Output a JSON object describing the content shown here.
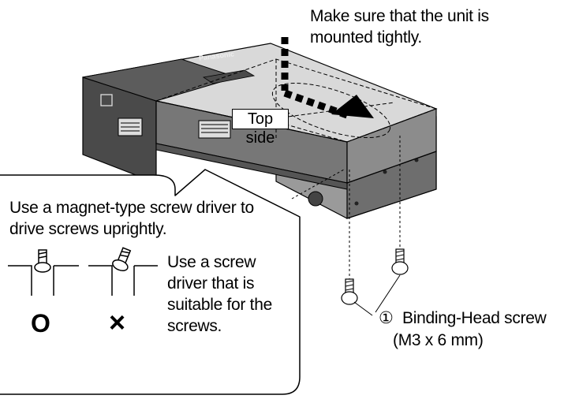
{
  "note_top": {
    "line1": "Make sure that the unit is",
    "line2": "mounted tightly."
  },
  "top_side_label": "Top side",
  "brand": "Panasonic",
  "callout": {
    "line1": "Use a magnet-type screw driver to",
    "line2": "drive screws uprightly.",
    "right_text": [
      "Use a screw",
      "driver that is",
      "suitable for the",
      "screws."
    ],
    "good_mark": "O",
    "bad_mark": "×"
  },
  "screw_label": {
    "number": "①",
    "line1": "Binding-Head screw",
    "line2": "(M3 x 6 mm)"
  },
  "colors": {
    "unit_top": "#dcdcdc",
    "unit_front": "#6b6b6b",
    "unit_dark": "#3c3c3c",
    "bracket": "#8a8a8a"
  }
}
